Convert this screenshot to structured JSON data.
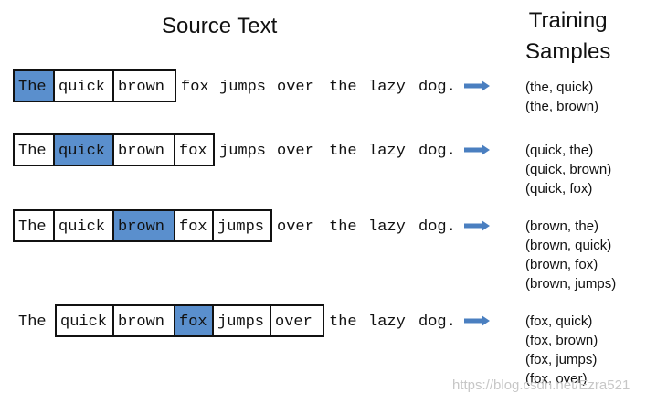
{
  "source_title": "Source Text",
  "training_title_line1": "Training",
  "training_title_line2": "Samples",
  "rows": [
    {
      "words": [
        "The",
        "quick",
        "brown",
        "fox",
        "jumps",
        "over",
        "the",
        "lazy",
        "dog."
      ],
      "highlight_index": 0,
      "window_start": 0,
      "window_end": 2,
      "samples": [
        "(the, quick)",
        "(the, brown)"
      ]
    },
    {
      "words": [
        "The",
        "quick",
        "brown",
        "fox",
        "jumps",
        "over",
        "the",
        "lazy",
        "dog."
      ],
      "highlight_index": 1,
      "window_start": 0,
      "window_end": 3,
      "samples": [
        "(quick, the)",
        "(quick, brown)",
        "(quick, fox)"
      ]
    },
    {
      "words": [
        "The",
        "quick",
        "brown",
        "fox",
        "jumps",
        "over",
        "the",
        "lazy",
        "dog."
      ],
      "highlight_index": 2,
      "window_start": 0,
      "window_end": 4,
      "samples": [
        "(brown, the)",
        "(brown, quick)",
        "(brown, fox)",
        "(brown, jumps)"
      ]
    },
    {
      "words": [
        "The",
        "quick",
        "brown",
        "fox",
        "jumps",
        "over",
        "the",
        "lazy",
        "dog."
      ],
      "highlight_index": 3,
      "window_start": 1,
      "window_end": 5,
      "samples": [
        "(fox, quick)",
        "(fox, brown)",
        "(fox, jumps)",
        "(fox, over)"
      ]
    }
  ],
  "colors": {
    "highlight": "#5a8fcd",
    "arrow": "#4a7fc0",
    "border": "#111111"
  },
  "watermark": "https://blog.csdn.net/Ezra521"
}
